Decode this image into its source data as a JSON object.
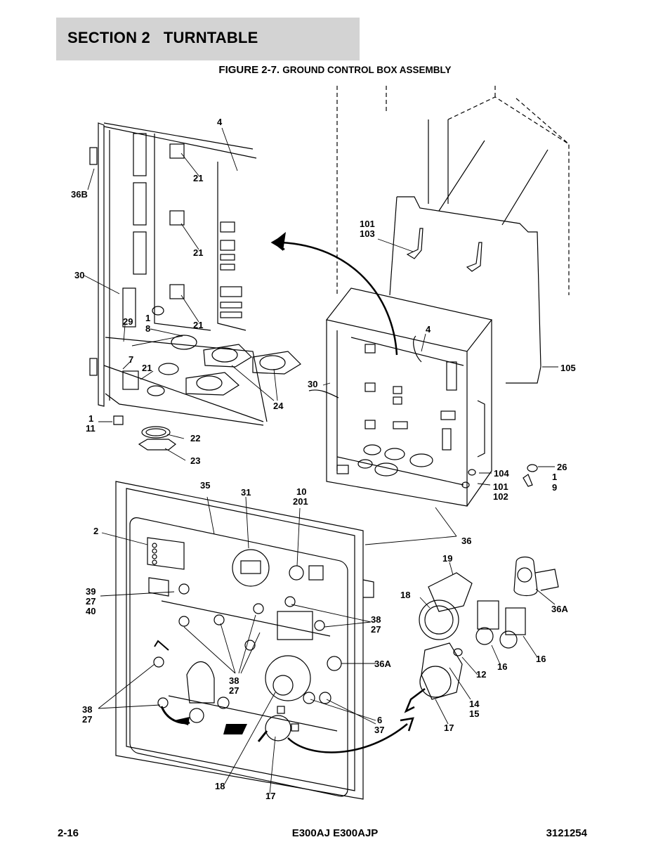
{
  "header": {
    "section": "SECTION 2",
    "title": "TURNTABLE"
  },
  "figure": {
    "number": "FIGURE 2-7.",
    "caption": "GROUND CONTROL BOX ASSEMBLY"
  },
  "callouts": {
    "c4a": "4",
    "c21a": "21",
    "c36b": "36B",
    "c21b": "21",
    "c30a": "30",
    "c21c": "21",
    "c29": "29",
    "c1a": "1",
    "c8": "8",
    "c7": "7",
    "c21d": "21",
    "c24": "24",
    "c1b": "1",
    "c11": "11",
    "c22": "22",
    "c23": "23",
    "c101a": "101",
    "c103": "103",
    "c4b": "4",
    "c30b": "30",
    "c105": "105",
    "c104": "104",
    "c26": "26",
    "c1c": "1",
    "c9": "9",
    "c101b": "101",
    "c102": "102",
    "c35": "35",
    "c31": "31",
    "c10": "10",
    "c201": "201",
    "c2": "2",
    "c36": "36",
    "c19": "19",
    "c18a": "18",
    "c36a_r": "36A",
    "c39": "39",
    "c27a": "27",
    "c40": "40",
    "c38a": "38",
    "c27b": "27",
    "c36a_m": "36A",
    "c16a": "16",
    "c16b": "16",
    "c12": "12",
    "c38b": "38",
    "c27c": "27",
    "c14": "14",
    "c15": "15",
    "c38c": "38",
    "c27d": "27",
    "c6": "6",
    "c37": "37",
    "c17a": "17",
    "c18b": "18",
    "c17b": "17"
  },
  "footer": {
    "page": "2-16",
    "model": "E300AJ E300AJP",
    "doc_number": "3121254"
  }
}
